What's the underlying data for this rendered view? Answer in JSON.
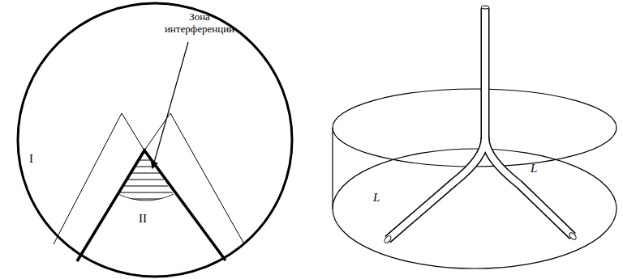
{
  "diagram": {
    "labels": [
      "Зона интерференции",
      "I",
      "II",
      "L",
      "L"
    ]
  }
}
